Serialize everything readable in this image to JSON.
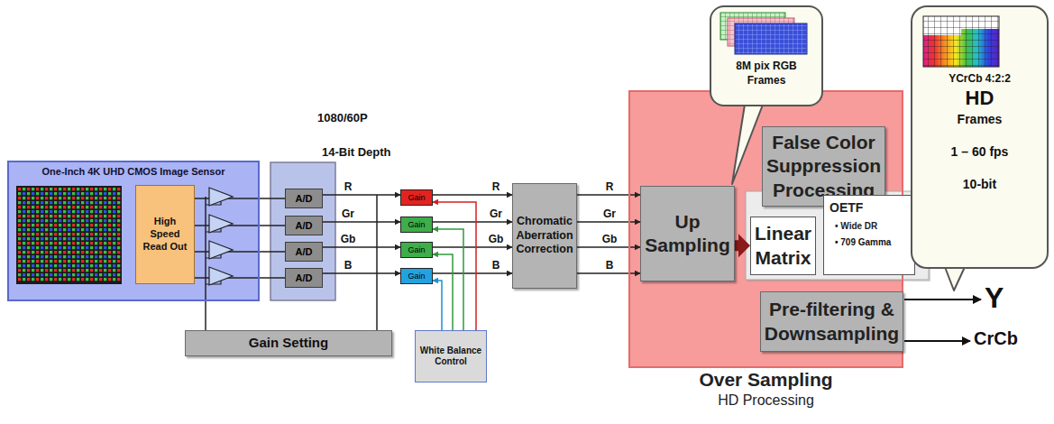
{
  "diagram": {
    "nodes": [
      {
        "text": [
          "One-Inch 4K UHD CMOS Image Sensor"
        ]
      },
      {
        "text": [
          "High Speed Read Out"
        ],
        "in": 0
      },
      {
        "text": [
          "A/D"
        ]
      },
      {
        "text": [
          "A/D"
        ]
      },
      {
        "text": [
          "A/D"
        ]
      },
      {
        "text": [
          "A/D"
        ]
      },
      {
        "text": [
          "Gain"
        ]
      },
      {
        "text": [
          "Gain"
        ]
      },
      {
        "text": [
          "Gain"
        ]
      },
      {
        "text": [
          "Gain"
        ]
      },
      {
        "text": [
          "Chromatic Aberration Correction"
        ]
      },
      {
        "text": [
          "Gain Setting"
        ]
      },
      {
        "text": [
          "White Balance Control"
        ]
      },
      {
        "text": [
          "Over Sampling",
          "HD Processing"
        ]
      },
      {
        "text": [
          "Up Sampling"
        ],
        "in": 13
      },
      {
        "text": [
          "False Color Suppression Processing"
        ],
        "in": 13
      },
      {
        "text": [
          "Linear Matrix"
        ],
        "in": 13
      },
      {
        "text": [
          "OETF",
          "• Wide DR",
          "• 709 Gamma"
        ],
        "in": 13
      },
      {
        "text": [
          "Pre-filtering & Downsampling"
        ],
        "in": 13
      },
      {
        "text": [
          "8M pix RGB Frames"
        ]
      },
      {
        "text": [
          "YCrCb 4:2:2",
          "HD",
          "Frames",
          "1 – 60 fps",
          "10-bit"
        ]
      }
    ],
    "edges": [
      {
        "from": 1,
        "to": 2,
        "arrow": "none"
      },
      {
        "from": 1,
        "to": 3,
        "arrow": "none"
      },
      {
        "from": 1,
        "to": 4,
        "arrow": "none"
      },
      {
        "from": 1,
        "to": 5,
        "arrow": "none"
      },
      {
        "from": 2,
        "to": 6,
        "label": "R",
        "arrow": "to"
      },
      {
        "from": 3,
        "to": 7,
        "label": "Gr",
        "arrow": "to"
      },
      {
        "from": 4,
        "to": 8,
        "label": "Gb",
        "arrow": "to"
      },
      {
        "from": 5,
        "to": 9,
        "label": "B",
        "arrow": "to"
      },
      {
        "from": 6,
        "to": 10,
        "label": "R",
        "arrow": "to"
      },
      {
        "from": 7,
        "to": 10,
        "label": "Gr",
        "arrow": "to"
      },
      {
        "from": 8,
        "to": 10,
        "label": "Gb",
        "arrow": "to"
      },
      {
        "from": 9,
        "to": 10,
        "label": "B",
        "arrow": "to"
      },
      {
        "from": 10,
        "to": 14,
        "label": "R",
        "arrow": "to"
      },
      {
        "from": 10,
        "to": 14,
        "label": "Gr",
        "arrow": "to"
      },
      {
        "from": 10,
        "to": 14,
        "label": "Gb",
        "arrow": "to"
      },
      {
        "from": 10,
        "to": 14,
        "label": "B",
        "arrow": "to"
      },
      {
        "from": 12,
        "to": 6,
        "arrow": "to"
      },
      {
        "from": 12,
        "to": 7,
        "arrow": "to"
      },
      {
        "from": 12,
        "to": 8,
        "arrow": "to"
      },
      {
        "from": 12,
        "to": 9,
        "arrow": "to"
      },
      {
        "from": 14,
        "to": 16,
        "arrow": "to"
      }
    ],
    "labels": [
      "1080/60P",
      "14-Bit Depth",
      "Y",
      "CrCb"
    ]
  }
}
